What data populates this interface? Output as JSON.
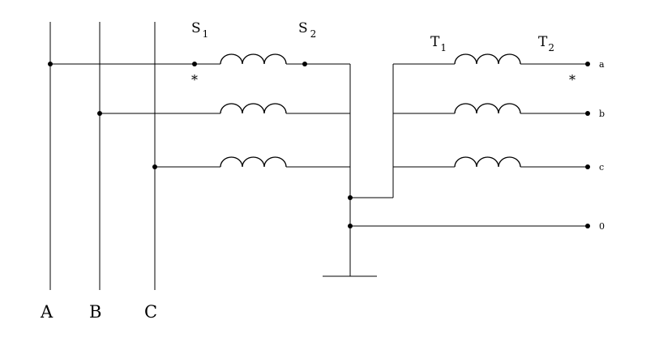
{
  "phase_labels": [
    "A",
    "B",
    "C"
  ],
  "primary_terminals": {
    "start": "S",
    "start_sub": "1",
    "end": "S",
    "end_sub": "2"
  },
  "secondary_terminals": {
    "start": "T",
    "start_sub": "1",
    "end": "T",
    "end_sub": "2"
  },
  "polarity_mark": "*",
  "output_labels": [
    "a",
    "b",
    "c",
    "0"
  ]
}
